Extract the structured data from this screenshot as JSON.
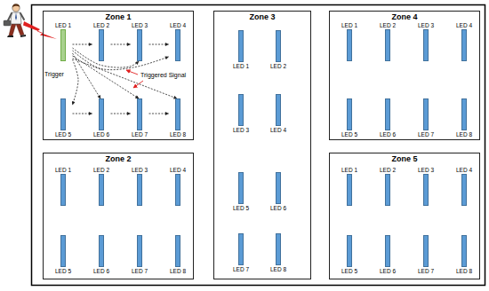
{
  "diagram": {
    "nodes": [
      {
        "text": [
          "Zone 1"
        ]
      },
      {
        "text": [
          "LED 1"
        ],
        "in": 0
      },
      {
        "text": [
          "LED 2"
        ],
        "in": 0
      },
      {
        "text": [
          "LED 3"
        ],
        "in": 0
      },
      {
        "text": [
          "LED 4"
        ],
        "in": 0
      },
      {
        "text": [
          "LED 5"
        ],
        "in": 0
      },
      {
        "text": [
          "LED 6"
        ],
        "in": 0
      },
      {
        "text": [
          "LED 7"
        ],
        "in": 0
      },
      {
        "text": [
          "LED 8"
        ],
        "in": 0
      },
      {
        "text": [
          "Zone 3"
        ]
      },
      {
        "text": [
          "LED 1"
        ],
        "in": 9
      },
      {
        "text": [
          "LED 2"
        ],
        "in": 9
      },
      {
        "text": [
          "LED 3"
        ],
        "in": 9
      },
      {
        "text": [
          "LED 4"
        ],
        "in": 9
      },
      {
        "text": [
          "LED 5"
        ],
        "in": 9
      },
      {
        "text": [
          "LED 6"
        ],
        "in": 9
      },
      {
        "text": [
          "LED 7"
        ],
        "in": 9
      },
      {
        "text": [
          "LED 8"
        ],
        "in": 9
      },
      {
        "text": [
          "Zone 4"
        ]
      },
      {
        "text": [
          "LED 1"
        ],
        "in": 18
      },
      {
        "text": [
          "LED 2"
        ],
        "in": 18
      },
      {
        "text": [
          "LED 3"
        ],
        "in": 18
      },
      {
        "text": [
          "LED 4"
        ],
        "in": 18
      },
      {
        "text": [
          "LED 5"
        ],
        "in": 18
      },
      {
        "text": [
          "LED 6"
        ],
        "in": 18
      },
      {
        "text": [
          "LED 7"
        ],
        "in": 18
      },
      {
        "text": [
          "LED 8"
        ],
        "in": 18
      },
      {
        "text": [
          "Zone 2"
        ]
      },
      {
        "text": [
          "LED 1"
        ],
        "in": 27
      },
      {
        "text": [
          "LED 2"
        ],
        "in": 27
      },
      {
        "text": [
          "LED 3"
        ],
        "in": 27
      },
      {
        "text": [
          "LED 4"
        ],
        "in": 27
      },
      {
        "text": [
          "LED 5"
        ],
        "in": 27
      },
      {
        "text": [
          "LED 6"
        ],
        "in": 27
      },
      {
        "text": [
          "LED 7"
        ],
        "in": 27
      },
      {
        "text": [
          "LED 8"
        ],
        "in": 27
      },
      {
        "text": [
          "Zone 5"
        ]
      },
      {
        "text": [
          "LED 1"
        ],
        "in": 36
      },
      {
        "text": [
          "LED 2"
        ],
        "in": 36
      },
      {
        "text": [
          "LED 3"
        ],
        "in": 36
      },
      {
        "text": [
          "LED 4"
        ],
        "in": 36
      },
      {
        "text": [
          "LED 5"
        ],
        "in": 36
      },
      {
        "text": [
          "LED 6"
        ],
        "in": 36
      },
      {
        "text": [
          "LED 7"
        ],
        "in": 36
      },
      {
        "text": [
          "LED 8"
        ],
        "in": 36
      }
    ],
    "edges": [
      {
        "from": 1,
        "to": 2,
        "arrow": "to"
      },
      {
        "from": 2,
        "to": 3,
        "arrow": "to"
      },
      {
        "from": 3,
        "to": 4,
        "arrow": "to"
      },
      {
        "from": 1,
        "to": 3,
        "arrow": "to"
      },
      {
        "from": 1,
        "to": 4,
        "arrow": "to"
      },
      {
        "from": 1,
        "to": 5,
        "arrow": "to"
      },
      {
        "from": 1,
        "to": 6,
        "arrow": "to"
      },
      {
        "from": 1,
        "to": 7,
        "arrow": "to"
      },
      {
        "from": 1,
        "to": 8,
        "arrow": "to"
      },
      {
        "from": 5,
        "to": 6,
        "arrow": "to"
      },
      {
        "from": 6,
        "to": 7,
        "arrow": "to"
      },
      {
        "from": 7,
        "to": 8,
        "arrow": "to"
      }
    ],
    "labels": [
      "Trigger",
      "Triggered Signal"
    ]
  }
}
